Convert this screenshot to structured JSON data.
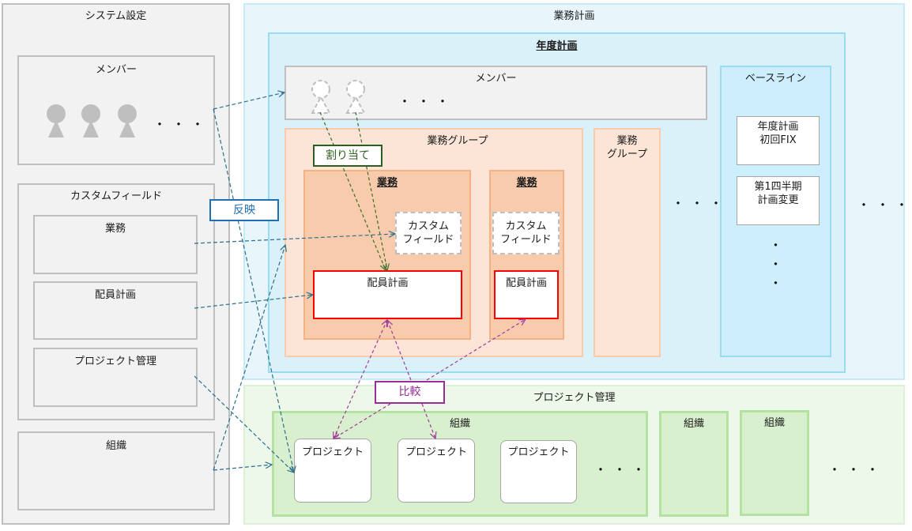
{
  "system_settings": {
    "title": "システム設定",
    "members": {
      "title": "メンバー",
      "ellipsis": "・・・"
    },
    "custom_fields": {
      "title": "カスタムフィールド",
      "items": [
        "業務",
        "配員計画",
        "プロジェクト管理"
      ]
    },
    "organization": {
      "title": "組織"
    }
  },
  "business_plan": {
    "title": "業務計画",
    "annual_plan": {
      "title": "年度計画",
      "members": {
        "title": "メンバー",
        "ellipsis": "・・・"
      },
      "task_group": {
        "title": "業務グループ",
        "tasks": [
          {
            "title": "業務",
            "custom_field": "カスタム\nフィールド",
            "staffing_plan": "配員計画"
          },
          {
            "title": "業務",
            "custom_field": "カスタム\nフィールド",
            "staffing_plan": "配員計画"
          }
        ]
      },
      "task_group_2": {
        "title": "業務\nグループ"
      },
      "group_ellipsis": "・・・",
      "baseline": {
        "title": "ベースライン",
        "items": [
          "年度計画\n初回FIX",
          "第1四半期\n計画変更"
        ],
        "ellipsis": "・\n・\n・"
      }
    },
    "plan_ellipsis": "・・・"
  },
  "project_management": {
    "title": "プロジェクト管理",
    "organizations": [
      {
        "title": "組織",
        "projects": [
          "プロジェクト",
          "プロジェクト",
          "プロジェクト"
        ],
        "ellipsis": "・・・"
      },
      {
        "title": "組織"
      },
      {
        "title": "組織"
      }
    ],
    "ellipsis": "・・・"
  },
  "relations": {
    "reflect": {
      "label": "反映",
      "color": "#2e6f8e"
    },
    "assign": {
      "label": "割り当て",
      "color": "#3a6e2a"
    },
    "compare": {
      "label": "比較",
      "color": "#a03a9b"
    }
  }
}
